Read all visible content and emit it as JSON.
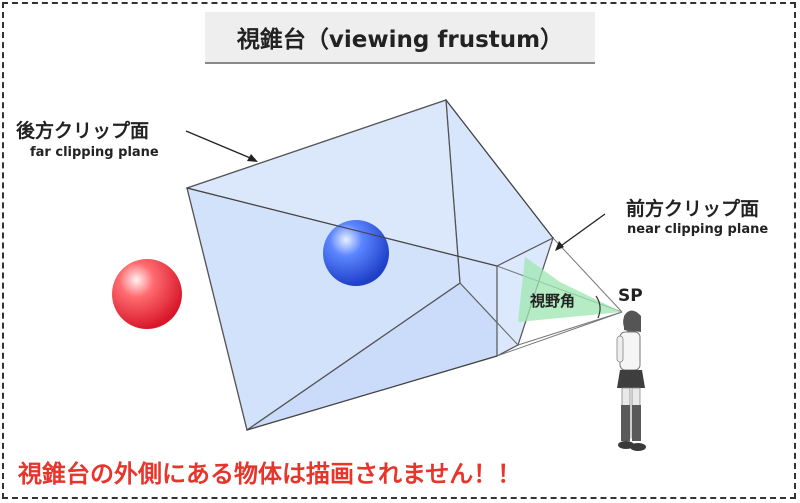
{
  "title": "視錐台（viewing frustum）",
  "far_plane": {
    "label_jp": "後方クリップ面",
    "label_en": "far clipping plane"
  },
  "near_plane": {
    "label_jp": "前方クリップ面",
    "label_en": "near clipping plane"
  },
  "fov_label": "視野角",
  "viewpoint_label": "SP",
  "warning": "視錐台の外側にある物体は描画されません！！",
  "colors": {
    "frustum_fill": "#cfe0fb",
    "frustum_edge": "#555555",
    "fov_fill": "#9ee6b0",
    "outside_sphere": "#e8353a",
    "inside_sphere": "#2d5be6",
    "warning_text": "#e8352c"
  }
}
